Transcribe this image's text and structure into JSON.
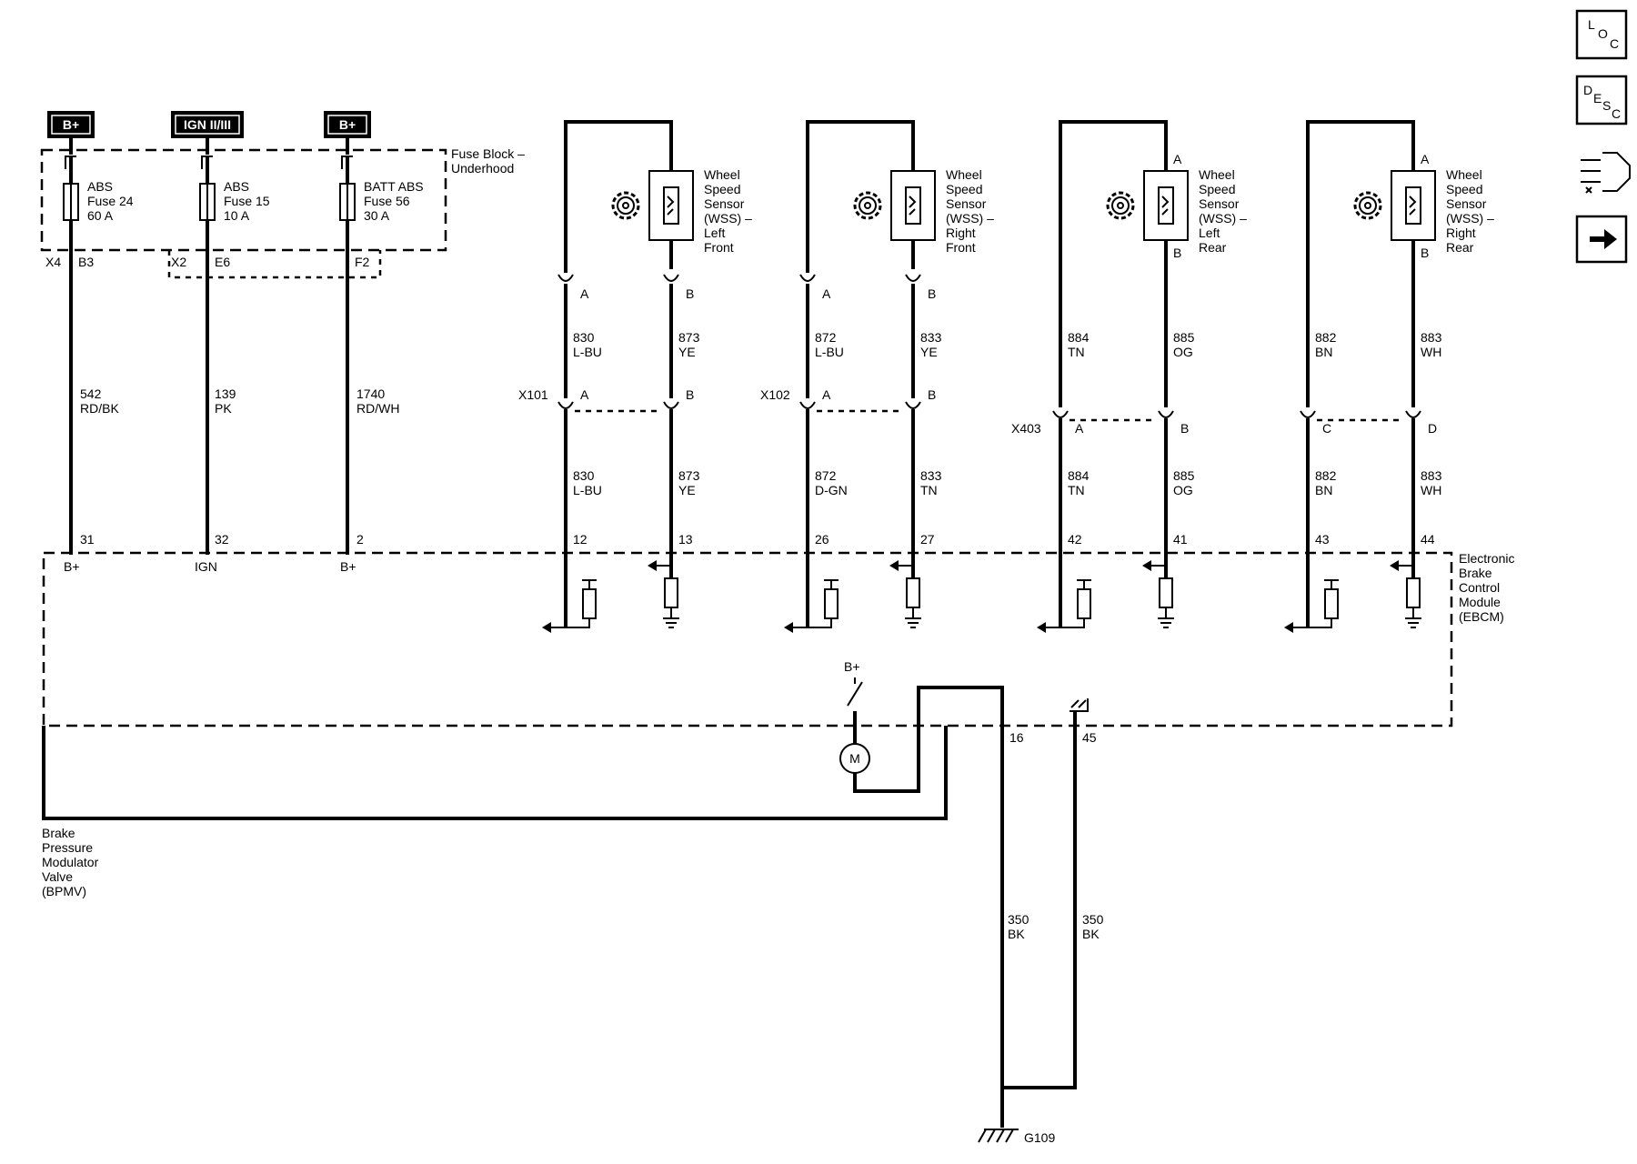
{
  "nav": {
    "loc": "LOC",
    "desc": "DESC"
  },
  "sources": {
    "b_plus_left": "B+",
    "ign": "IGN II/III",
    "b_plus_right": "B+"
  },
  "fuse_block": {
    "title_1": "Fuse Block –",
    "title_2": "Underhood",
    "fuses": [
      {
        "name": "ABS",
        "fuse": "Fuse 24",
        "rating": "60 A"
      },
      {
        "name": "ABS",
        "fuse": "Fuse 15",
        "rating": "10 A"
      },
      {
        "name": "BATT ABS",
        "fuse": "Fuse 56",
        "rating": "30 A"
      }
    ],
    "connectors": [
      {
        "conn": "X4",
        "pin": "B3"
      },
      {
        "conn": "X2",
        "pin": "E6"
      },
      {
        "conn": "",
        "pin": "F2"
      }
    ]
  },
  "power_wires": [
    {
      "circuit": "542",
      "color": "RD/BK",
      "pin": "31",
      "pin_name": "B+"
    },
    {
      "circuit": "139",
      "color": "PK",
      "pin": "32",
      "pin_name": "IGN"
    },
    {
      "circuit": "1740",
      "color": "RD/WH",
      "pin": "2",
      "pin_name": "B+"
    }
  ],
  "sensors": [
    {
      "name": [
        "Wheel",
        "Speed",
        "Sensor",
        "(WSS) –",
        "Left",
        "Front"
      ],
      "top_a": "A",
      "top_b": "B",
      "harness": "X101",
      "pin_a": "A",
      "pin_b": "B",
      "upper": [
        {
          "c": "830",
          "col": "L-BU"
        },
        {
          "c": "873",
          "col": "YE"
        }
      ],
      "lower": [
        {
          "c": "830",
          "col": "L-BU"
        },
        {
          "c": "873",
          "col": "YE"
        }
      ],
      "ebcm_pins": [
        "12",
        "13"
      ]
    },
    {
      "name": [
        "Wheel",
        "Speed",
        "Sensor",
        "(WSS) –",
        "Right",
        "Front"
      ],
      "top_a": "A",
      "top_b": "B",
      "harness": "X102",
      "pin_a": "A",
      "pin_b": "B",
      "upper": [
        {
          "c": "872",
          "col": "L-BU"
        },
        {
          "c": "833",
          "col": "YE"
        }
      ],
      "lower": [
        {
          "c": "872",
          "col": "D-GN"
        },
        {
          "c": "833",
          "col": "TN"
        }
      ],
      "ebcm_pins": [
        "26",
        "27"
      ]
    },
    {
      "name": [
        "Wheel",
        "Speed",
        "Sensor",
        "(WSS) –",
        "Left",
        "Rear"
      ],
      "top_a": "A",
      "top_b": "B",
      "harness": "X403",
      "pin_a": "A",
      "pin_b": "B",
      "upper": [
        {
          "c": "884",
          "col": "TN"
        },
        {
          "c": "885",
          "col": "OG"
        }
      ],
      "lower": [
        {
          "c": "884",
          "col": "TN"
        },
        {
          "c": "885",
          "col": "OG"
        }
      ],
      "ebcm_pins": [
        "42",
        "41"
      ]
    },
    {
      "name": [
        "Wheel",
        "Speed",
        "Sensor",
        "(WSS) –",
        "Right",
        "Rear"
      ],
      "top_a": "A",
      "top_b": "B",
      "harness": "",
      "pin_a": "C",
      "pin_b": "D",
      "upper": [
        {
          "c": "882",
          "col": "BN"
        },
        {
          "c": "883",
          "col": "WH"
        }
      ],
      "lower": [
        {
          "c": "882",
          "col": "BN"
        },
        {
          "c": "883",
          "col": "WH"
        }
      ],
      "ebcm_pins": [
        "43",
        "44"
      ]
    }
  ],
  "ebcm": {
    "label": [
      "Electronic",
      "Brake",
      "Control",
      "Module",
      "(EBCM)"
    ],
    "motor": "M",
    "motor_supply": "B+"
  },
  "bpmv": {
    "label": [
      "Brake",
      "Pressure",
      "Modulator",
      "Valve",
      "(BPMV)"
    ]
  },
  "ground": {
    "pins": [
      "16",
      "45"
    ],
    "wires": [
      {
        "c": "350",
        "col": "BK"
      },
      {
        "c": "350",
        "col": "BK"
      }
    ],
    "point": "G109"
  }
}
